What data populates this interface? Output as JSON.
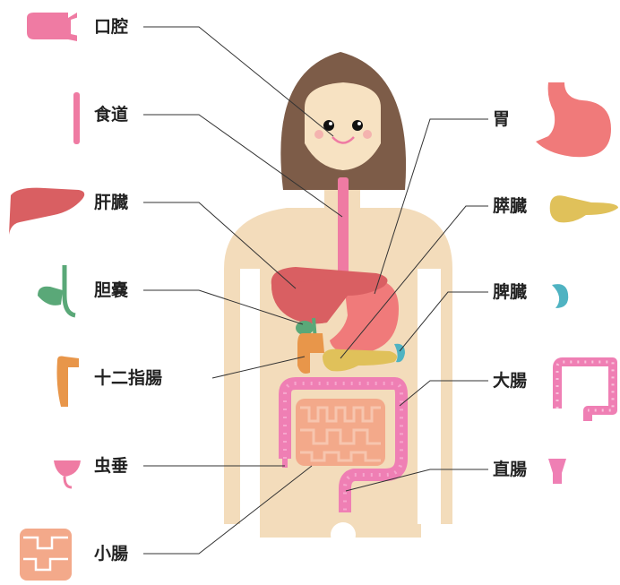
{
  "labels": {
    "mouth": "口腔",
    "esophagus": "食道",
    "liver": "肝臓",
    "gallbladder": "胆嚢",
    "duodenum": "十二指腸",
    "appendix": "虫垂",
    "small_intestine": "小腸",
    "stomach": "胃",
    "pancreas": "膵臓",
    "spleen": "脾臓",
    "large_intestine": "大腸",
    "rectum": "直腸"
  },
  "colors": {
    "body": "#f3dcbb",
    "hair": "#7d5c48",
    "skin": "#f7e2c2",
    "mouth_organ": "#ef7ba3",
    "esophagus": "#ef7ba3",
    "liver": "#d95f62",
    "stomach": "#f07a7a",
    "gallbladder": "#5aa878",
    "duodenum": "#e8964a",
    "pancreas": "#e0c15a",
    "spleen": "#4fb3c2",
    "large_intestine": "#ef7fb4",
    "small_intestine": "#f3a98a",
    "rectum": "#ef7fb4",
    "leader_line": "#333333"
  }
}
